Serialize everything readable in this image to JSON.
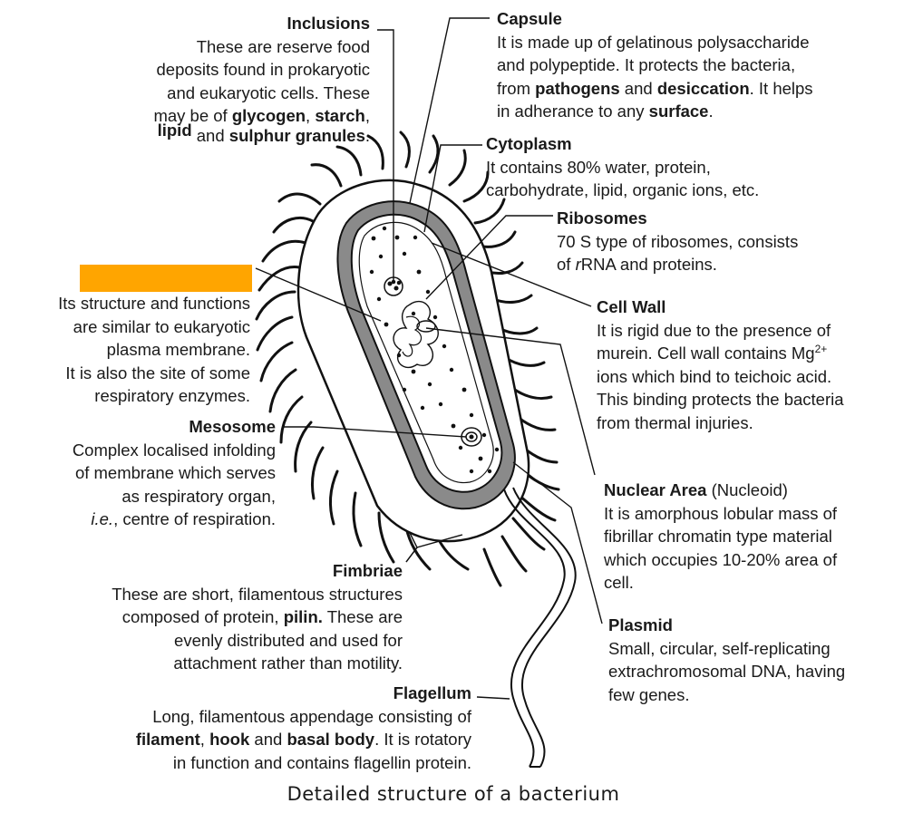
{
  "caption": "Detailed structure of a bacterium",
  "highlight_color": "#FFA500",
  "labels": {
    "inclusions": {
      "title": "Inclusions",
      "l1": "These are reserve food",
      "l2": "deposits found in prokaryotic",
      "l3": "and eukaryotic cells. These",
      "l4a": "may be of ",
      "b1": "glycogen",
      "c1": ", ",
      "b2": "starch",
      "c2": ",",
      "b3": "lipid",
      "l5a": " and ",
      "b4": "sulphur granules",
      "l5b": "."
    },
    "membrane": {
      "l1": "Its structure and functions",
      "l2": "are similar to eukaryotic",
      "l3": "plasma membrane.",
      "l4": "It is also the site of some",
      "l5": "respiratory enzymes."
    },
    "mesosome": {
      "title": "Mesosome",
      "l1": "Complex localised infolding",
      "l2": "of membrane which serves",
      "l3": "as respiratory organ,",
      "l4a": "i.e.",
      "l4b": ", centre of respiration."
    },
    "fimbriae": {
      "title": "Fimbriae",
      "l1": "These are short, filamentous structures",
      "l2a": "composed of protein, ",
      "b1": "pilin.",
      "l2b": " These are",
      "l3": "evenly distributed and used for",
      "l4": "attachment rather than motility."
    },
    "flagellum": {
      "title": "Flagellum",
      "l1": "Long, filamentous appendage consisting of",
      "b1": "filament",
      "c1": ", ",
      "b2": "hook",
      "m1": " and ",
      "b3": "basal body",
      "l2b": ". It is rotatory",
      "l3": "in function and contains flagellin protein."
    },
    "capsule": {
      "title": "Capsule",
      "l1": "It is made up of gelatinous polysaccharide",
      "l2": "and polypeptide. It protects the bacteria,",
      "l3a": "from ",
      "b1": "pathogens",
      "m1": " and ",
      "b2": "desiccation",
      "l3b": ". It helps",
      "l4a": "in adherance to any ",
      "b3": "surface",
      "l4b": "."
    },
    "cytoplasm": {
      "title": "Cytoplasm",
      "l1": "It contains 80% water, protein,",
      "l2": "carbohydrate, lipid, organic ions, etc."
    },
    "ribosomes": {
      "title": "Ribosomes",
      "l1": "70 S type of ribosomes, consists",
      "l2a": "of ",
      "i1": "r",
      "l2b": "RNA and proteins."
    },
    "cellwall": {
      "title": "Cell Wall",
      "l1": "It is rigid due to the  presence of",
      "l2a": "murein. Cell wall contains Mg",
      "sup": "2+",
      "l3": "ions which bind to teichoic acid.",
      "l4": "This binding protects the bacteria",
      "l5": "from thermal injuries."
    },
    "nuclear": {
      "title": "Nuclear Area",
      "sub": " (Nucleoid)",
      "l1": "It is amorphous lobular mass of",
      "l2": "fibrillar chromatin type material",
      "l3": "which occupies 10-20% area of",
      "l4": "cell."
    },
    "plasmid": {
      "title": "Plasmid",
      "l1": "Small, circular, self-replicating",
      "l2": "extrachromosomal DNA, having",
      "l3": "few genes."
    }
  }
}
